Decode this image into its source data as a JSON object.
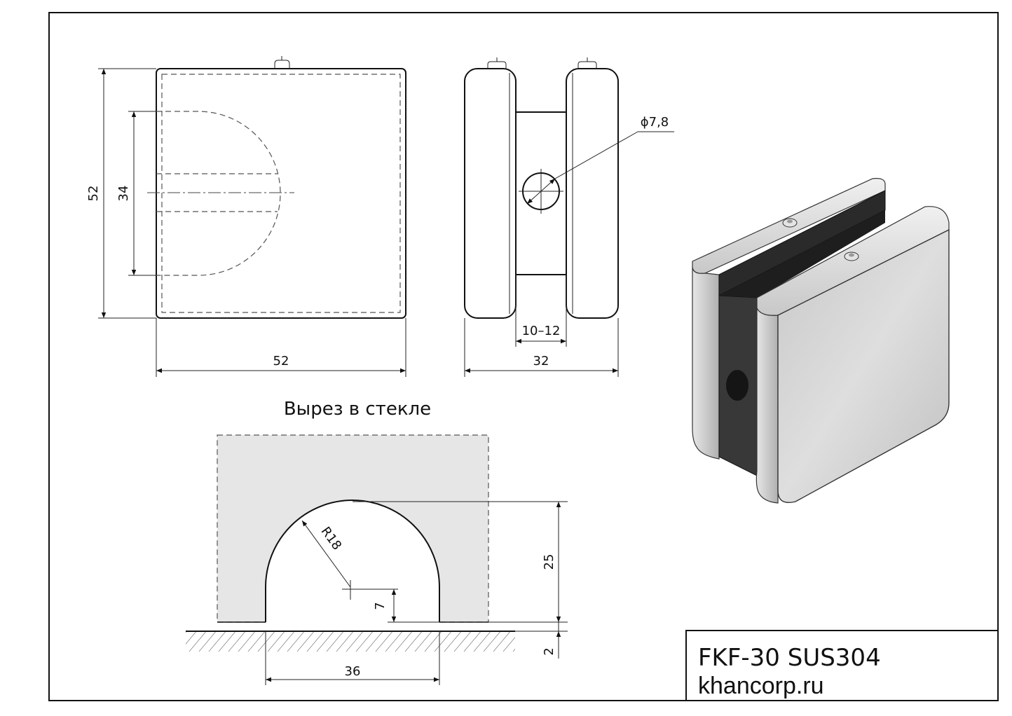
{
  "drawing": {
    "front_view": {
      "height_label": "52",
      "cutout_label": "34",
      "width_label": "52"
    },
    "side_view": {
      "hole_label": "ϕ7,8",
      "glass_label": "10–12",
      "depth_label": "32"
    },
    "cutout_view": {
      "title": "Вырез в стекле",
      "radius_label": "R18",
      "height_label": "25",
      "offset_label": "7",
      "gap_label": "2",
      "width_label": "36"
    },
    "title_block": {
      "product": "FKF-30 SUS304",
      "website": "khancorp.ru"
    }
  },
  "colors": {
    "line": "#111111",
    "glass_fill": "#e6e6e6",
    "rubber": "#2a2a2a",
    "steel_light": "#d4d4d4",
    "steel_mid": "#b8b8b8"
  }
}
